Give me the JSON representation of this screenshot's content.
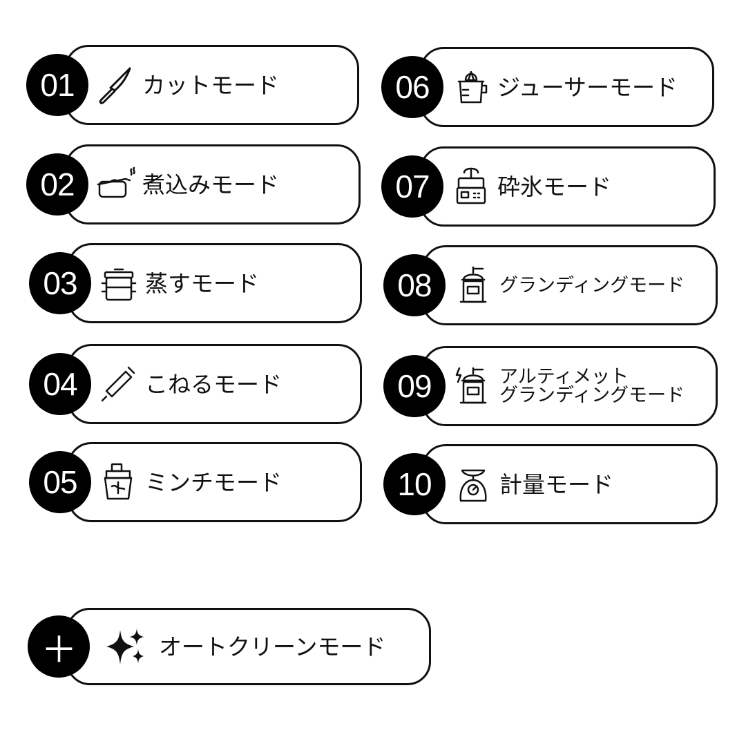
{
  "modes": [
    {
      "num": "01",
      "label": "カットモード",
      "icon": "knife-icon"
    },
    {
      "num": "02",
      "label": "煮込みモード",
      "icon": "pot-icon"
    },
    {
      "num": "03",
      "label": "蒸すモード",
      "icon": "steamer-icon"
    },
    {
      "num": "04",
      "label": "こねるモード",
      "icon": "rolling-pin-icon"
    },
    {
      "num": "05",
      "label": "ミンチモード",
      "icon": "mincer-icon"
    },
    {
      "num": "06",
      "label": "ジューサーモード",
      "icon": "juicer-icon"
    },
    {
      "num": "07",
      "label": "砕氷モード",
      "icon": "ice-crusher-icon"
    },
    {
      "num": "08",
      "label": "グランディングモード",
      "icon": "coffee-grinder-icon"
    },
    {
      "num": "09",
      "label_line1": "アルティメット",
      "label_line2": "グランディングモード",
      "icon": "ultimate-grinder-icon"
    },
    {
      "num": "10",
      "label": "計量モード",
      "icon": "scale-icon"
    }
  ],
  "extra": {
    "num": "＋",
    "label": "オートクリーンモード",
    "icon": "sparkle-icon"
  }
}
